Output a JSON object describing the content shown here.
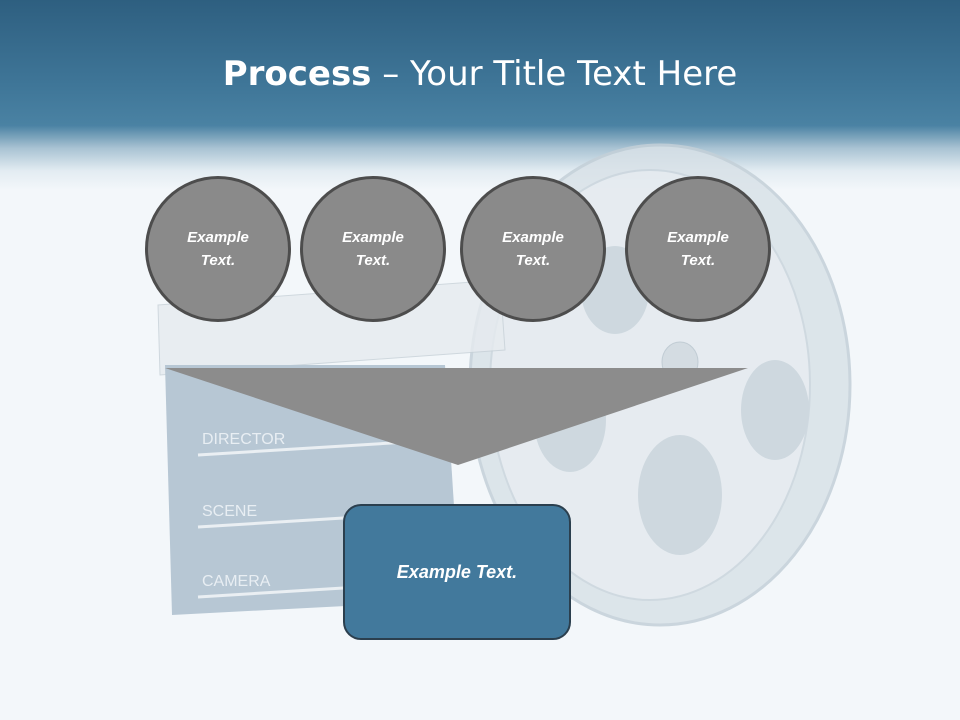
{
  "slide": {
    "title_bold": "Process",
    "title_rest": " – Your Title Text Here"
  },
  "circles": [
    {
      "text": "Example Text."
    },
    {
      "text": "Example Text."
    },
    {
      "text": "Example Text."
    },
    {
      "text": "Example Text."
    }
  ],
  "result_box": {
    "text": "Example Text."
  },
  "clapperboard": {
    "labels": [
      "DIRECTOR",
      "SCENE",
      "CAMERA"
    ]
  },
  "colors": {
    "header": "#3f7698",
    "circle_fill": "#8a8a8a",
    "circle_border": "#4d4d4d",
    "funnel": "#8c8c8c",
    "box_fill": "#42799c",
    "box_border": "#2b3f4e"
  }
}
